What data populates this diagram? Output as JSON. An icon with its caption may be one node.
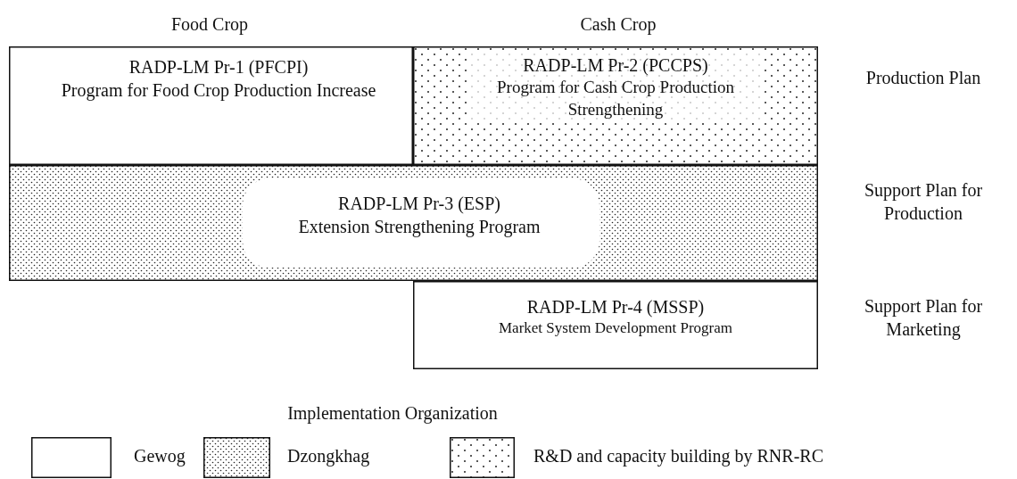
{
  "diagram": {
    "nodes": [
      {
        "text": [
          "RADP-LM Pr-1 (PFCPI)",
          "Program for Food Crop Production Increase"
        ]
      },
      {
        "text": [
          "RADP-LM Pr-2 (PCCPS)",
          "Program for Cash Crop Production Strengthening"
        ]
      },
      {
        "text": [
          "RADP-LM Pr-3 (ESP)",
          "Extension Strengthening Program"
        ]
      },
      {
        "text": [
          "RADP-LM Pr-4 (MSSP)",
          "Market System Development Program"
        ]
      }
    ],
    "labels": [
      "Food Crop",
      "Cash Crop",
      "Production Plan",
      "Support Plan for Production",
      "Support Plan for Marketing",
      "Implementation Organization"
    ],
    "legend": [
      {
        "text": "Gewog"
      },
      {
        "text": "Dzongkhag"
      },
      {
        "text": "R&D and capacity building by RNR-RC"
      }
    ]
  }
}
